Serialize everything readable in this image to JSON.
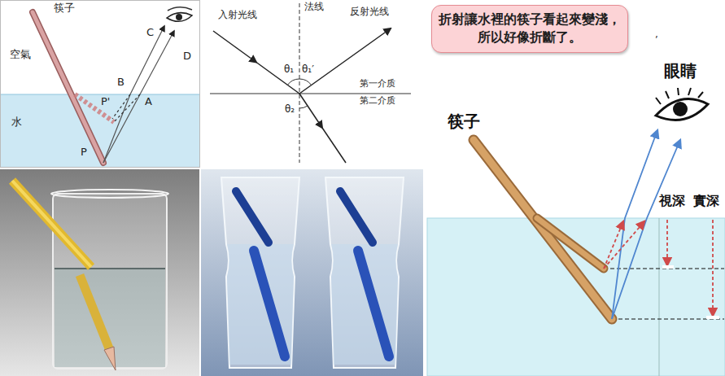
{
  "diagram": {
    "nodes": [
      {
        "text": [
          "折射讓水裡的筷子看起來變淺，所以好像折斷了。"
        ]
      }
    ],
    "labels": [
      "筷子",
      "空氣",
      "水",
      "C",
      "D",
      "B",
      "A",
      "P'",
      "P",
      "入射光线",
      "法线",
      "反射光线",
      "θ₁",
      "θ₁′",
      "第一介质",
      "第二介质",
      "θ₂",
      "眼睛",
      "筷子",
      "視深",
      "實深",
      ","
    ]
  }
}
